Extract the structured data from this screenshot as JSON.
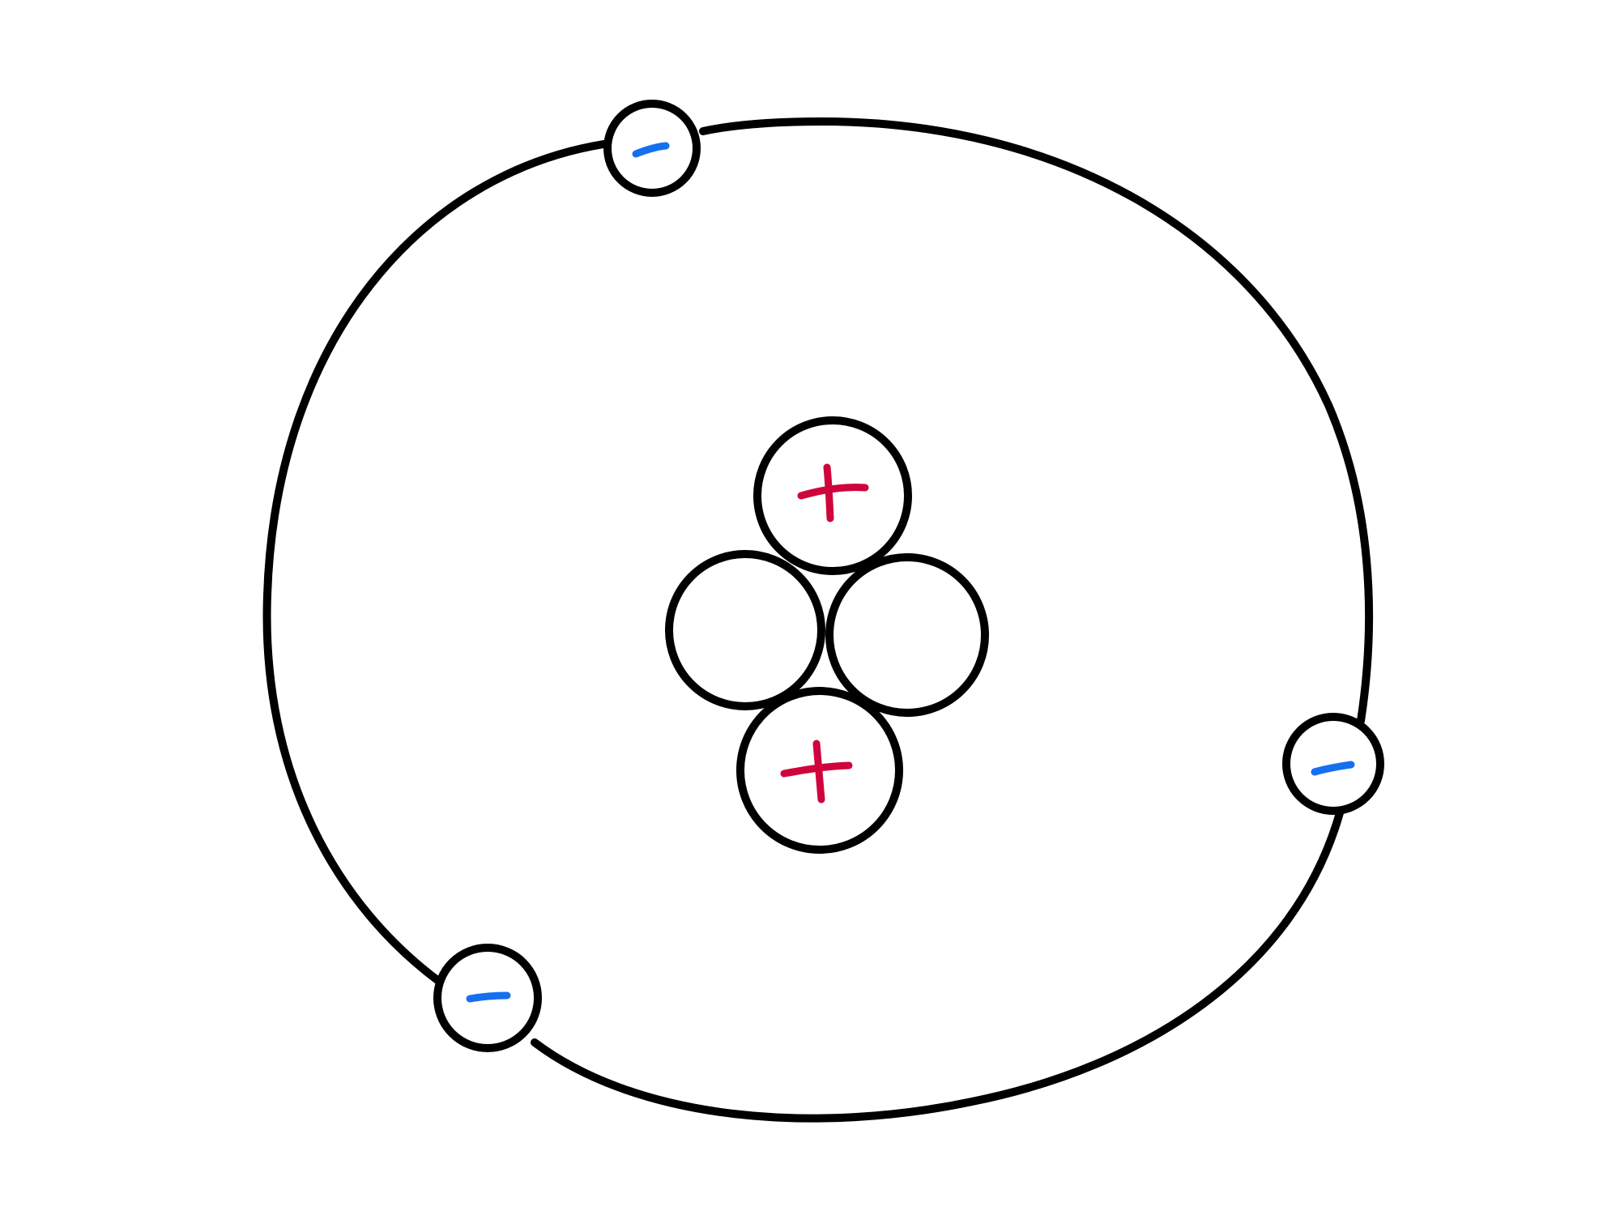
{
  "diagram": {
    "subject": "atom",
    "colors": {
      "outline": "#000000",
      "background": "#ffffff",
      "positive_sign": "#d0043c",
      "negative_sign": "#1570ef"
    },
    "nucleus": [
      {
        "kind": "proton",
        "charge": "+"
      },
      {
        "kind": "neutron",
        "charge": ""
      },
      {
        "kind": "neutron",
        "charge": ""
      },
      {
        "kind": "proton",
        "charge": "+"
      }
    ],
    "electrons": [
      {
        "kind": "electron",
        "charge": "-"
      },
      {
        "kind": "electron",
        "charge": "-"
      },
      {
        "kind": "electron",
        "charge": "-"
      }
    ],
    "orbits": 1
  }
}
